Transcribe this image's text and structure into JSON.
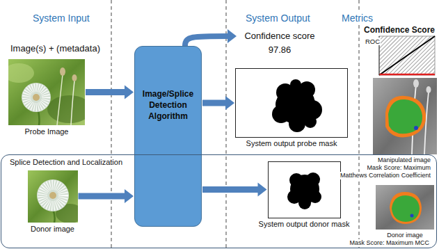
{
  "diagram": {
    "nodes": [
      {
        "text": [
          "Probe Image"
        ]
      },
      {
        "text": [
          "Image/Splice Detection Algorithm"
        ]
      },
      {
        "text": [
          "Confidence score",
          "97.86"
        ]
      },
      {
        "text": [
          "System output probe mask"
        ]
      },
      {
        "text": [
          "Splice Detection and Localization"
        ]
      },
      {
        "text": [
          "Donor image"
        ],
        "in": 4
      },
      {
        "text": [
          "System output donor mask"
        ],
        "in": 4
      }
    ],
    "edges": [
      {
        "from": 0,
        "to": 1,
        "arrow": "to"
      },
      {
        "from": 5,
        "to": 1,
        "arrow": "to"
      },
      {
        "from": 1,
        "to": 2,
        "arrow": "to"
      },
      {
        "from": 1,
        "to": 3,
        "arrow": "to"
      },
      {
        "from": 1,
        "to": 6,
        "arrow": "to"
      }
    ],
    "labels": [
      "System Input",
      "System Output",
      "Metrics",
      "Image(s) + (metadata)",
      "Confidence Score",
      "ROC",
      "Manipulated image",
      "Mask Score: Maximum",
      "Matthews Correlation Coefficient",
      "Donor image",
      "Mask Score: Maximum MCC"
    ]
  }
}
